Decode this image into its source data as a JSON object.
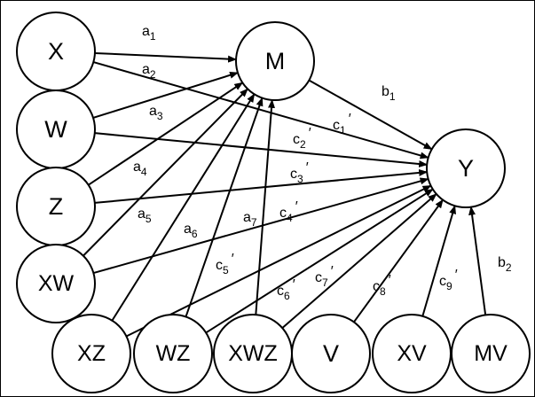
{
  "nodes": [
    {
      "id": "X",
      "label": "X"
    },
    {
      "id": "W",
      "label": "W"
    },
    {
      "id": "Z",
      "label": "Z"
    },
    {
      "id": "XW",
      "label": "XW"
    },
    {
      "id": "M",
      "label": "M"
    },
    {
      "id": "Y",
      "label": "Y"
    },
    {
      "id": "XZ",
      "label": "XZ"
    },
    {
      "id": "WZ",
      "label": "WZ"
    },
    {
      "id": "XWZ",
      "label": "XWZ"
    },
    {
      "id": "V",
      "label": "V"
    },
    {
      "id": "XV",
      "label": "XV"
    },
    {
      "id": "MV",
      "label": "MV"
    }
  ],
  "edges": [
    {
      "from": "X",
      "to": "M",
      "label_base": "a",
      "label_sub": "1",
      "prime": ""
    },
    {
      "from": "W",
      "to": "M",
      "label_base": "a",
      "label_sub": "2",
      "prime": ""
    },
    {
      "from": "Z",
      "to": "M",
      "label_base": "a",
      "label_sub": "3",
      "prime": ""
    },
    {
      "from": "XW",
      "to": "M",
      "label_base": "a",
      "label_sub": "4",
      "prime": ""
    },
    {
      "from": "XZ",
      "to": "M",
      "label_base": "a",
      "label_sub": "5",
      "prime": ""
    },
    {
      "from": "WZ",
      "to": "M",
      "label_base": "a",
      "label_sub": "6",
      "prime": ""
    },
    {
      "from": "XWZ",
      "to": "M",
      "label_base": "a",
      "label_sub": "7",
      "prime": ""
    },
    {
      "from": "M",
      "to": "Y",
      "label_base": "b",
      "label_sub": "1",
      "prime": ""
    },
    {
      "from": "X",
      "to": "Y",
      "label_base": "c",
      "label_sub": "1",
      "prime": "′"
    },
    {
      "from": "W",
      "to": "Y",
      "label_base": "c",
      "label_sub": "2",
      "prime": "′"
    },
    {
      "from": "Z",
      "to": "Y",
      "label_base": "c",
      "label_sub": "3",
      "prime": "′"
    },
    {
      "from": "XW",
      "to": "Y",
      "label_base": "c",
      "label_sub": "4",
      "prime": "′"
    },
    {
      "from": "XZ",
      "to": "Y",
      "label_base": "c",
      "label_sub": "5",
      "prime": "′"
    },
    {
      "from": "WZ",
      "to": "Y",
      "label_base": "c",
      "label_sub": "6",
      "prime": "′"
    },
    {
      "from": "XWZ",
      "to": "Y",
      "label_base": "c",
      "label_sub": "7",
      "prime": "′"
    },
    {
      "from": "V",
      "to": "Y",
      "label_base": "c",
      "label_sub": "8",
      "prime": "′"
    },
    {
      "from": "XV",
      "to": "Y",
      "label_base": "c",
      "label_sub": "9",
      "prime": "′"
    },
    {
      "from": "MV",
      "to": "Y",
      "label_base": "b",
      "label_sub": "2",
      "prime": ""
    }
  ]
}
